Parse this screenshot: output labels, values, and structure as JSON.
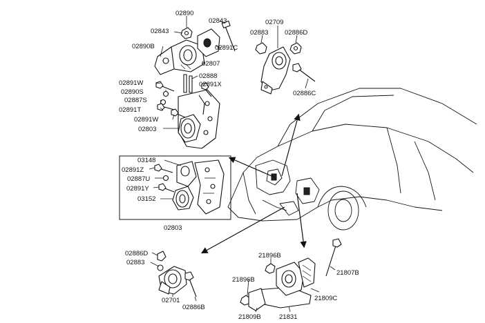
{
  "labels": {
    "p02890": "02890",
    "p02843a": "02843",
    "p02843b": "02843",
    "p02891C": "02891C",
    "p02890B": "02890B",
    "p02807": "02807",
    "p02888": "02888",
    "p02891W_a": "02891W",
    "p02891X": "02891X",
    "p02890S": "02890S",
    "p02887S": "02887S",
    "p02891T": "02891T",
    "p02891W_b": "02891W",
    "p02803_a": "02803",
    "p02709": "02709",
    "p02883_a": "02883",
    "p02886D_a": "02886D",
    "p02886C": "02886C",
    "p03148": "03148",
    "p02891Z": "02891Z",
    "p02887U": "02887U",
    "p02891Y": "02891Y",
    "p03152": "03152",
    "p02803_b": "02803",
    "p02886D_b": "02886D",
    "p02883_b": "02883",
    "p02701": "02701",
    "p02886B": "02886B",
    "p21896B_a": "21896B",
    "p21896B_b": "21896B",
    "p21807B": "21807B",
    "p21809C": "21809C",
    "p21809B": "21809B",
    "p21831": "21831"
  }
}
